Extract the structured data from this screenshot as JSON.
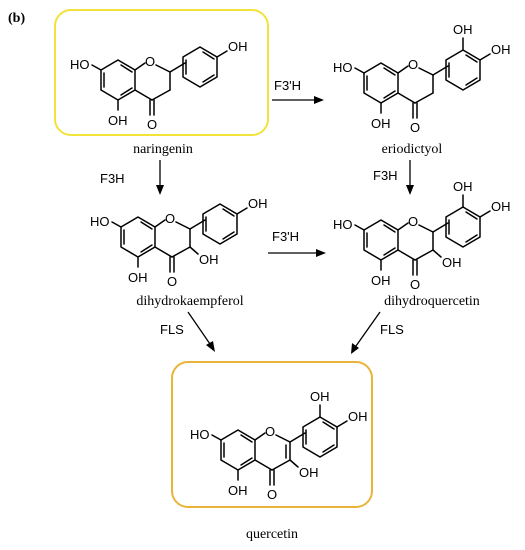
{
  "panel_label": "(b)",
  "colors": {
    "highlight_yellow": "#f2e33a",
    "highlight_orange": "#e9b43a"
  },
  "compounds": {
    "naringenin": {
      "name": "naringenin",
      "oh_a1": "HO",
      "oh_a2": "OH",
      "ring_o": "O",
      "carbonyl_o": "O",
      "oh_b4": "OH"
    },
    "eriodictyol": {
      "name": "eriodictyol",
      "oh_a1": "HO",
      "oh_a2": "OH",
      "ring_o": "O",
      "carbonyl_o": "O",
      "oh_b3": "OH",
      "oh_b4": "OH"
    },
    "dihydrokaempferol": {
      "name": "dihydrokaempferol",
      "oh_a1": "HO",
      "oh_a2": "OH",
      "ring_o": "O",
      "carbonyl_o": "O",
      "oh_c3": "OH",
      "oh_b4": "OH"
    },
    "dihydroquercetin": {
      "name": "dihydroquercetin",
      "oh_a1": "HO",
      "oh_a2": "OH",
      "ring_o": "O",
      "carbonyl_o": "O",
      "oh_c3": "OH",
      "oh_b3": "OH",
      "oh_b4": "OH"
    },
    "quercetin": {
      "name": "quercetin",
      "oh_a1": "HO",
      "oh_a2": "OH",
      "ring_o": "O",
      "carbonyl_o": "O",
      "oh_c3": "OH",
      "oh_b3": "OH",
      "oh_b4": "OH"
    }
  },
  "enzymes": {
    "f3h_1": "F3'H",
    "f3h_2": "F3'H",
    "f3hh_1": "F3H",
    "f3hh_2": "F3H",
    "fls_1": "FLS",
    "fls_2": "FLS"
  }
}
